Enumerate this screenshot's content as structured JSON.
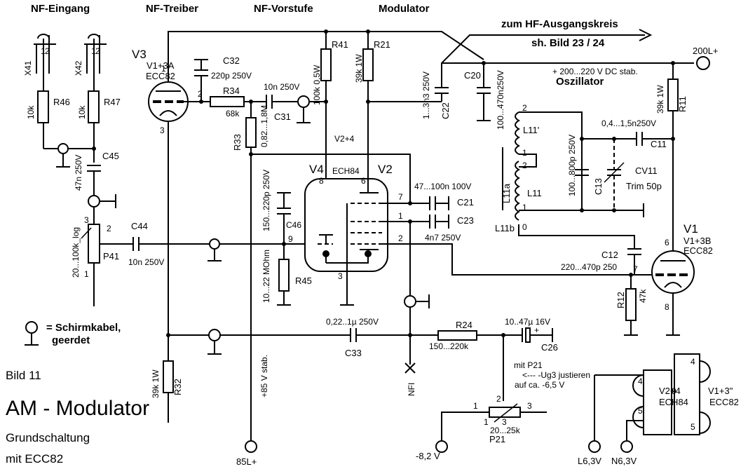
{
  "headings": {
    "nf_eingang": "NF-Eingang",
    "nf_treiber": "NF-Treiber",
    "nf_vorstufe": "NF-Vorstufe",
    "modulator": "Modulator"
  },
  "arrow": {
    "line1": "zum HF-Ausgangskreis",
    "line2": "sh. Bild 23 / 24"
  },
  "supply": {
    "plus200": "200L+",
    "note": "+ 200...220 V DC stab.",
    "oszillator": "Oszillator",
    "plus85": "+85 V stab.",
    "l85": "85L+",
    "minus82": "-8,2 V",
    "nfi": "NFI",
    "l63": "L6,3V",
    "n63": "N6,3V",
    "v24": "V2+4"
  },
  "tubes": {
    "v3_name": "V3",
    "v3_sub": "V1+3A",
    "v3_type": "ECC82",
    "v4_name": "V4",
    "v2_name": "V2",
    "v24_type": "ECH84",
    "v1_name": "V1",
    "v1_sub": "V1+3B",
    "v1_type": "ECC82"
  },
  "components": {
    "x41": "X41",
    "x42": "X42",
    "r46": "R46",
    "r46v": "10k",
    "r47": "R47",
    "r47v": "10k",
    "c45": "C45",
    "c45v": "47n 250V",
    "p41": "P41",
    "p41v": "20...100k_log",
    "c44": "C44",
    "c44v": "10n 250V",
    "c32": "C32",
    "c32v": "220p 250V",
    "r34": "R34",
    "r34v": "68k",
    "c31": "C31",
    "c31v": "10n 250V",
    "r41": "R41",
    "r41v": "100k 0,5W",
    "r21": "R21",
    "r21v": "39k 1W",
    "c22": "C22",
    "c22v": "1...3n3 250V",
    "c20": "C20",
    "c20v": "100...470n250V",
    "r11": "R11",
    "r11v": "39k 1W",
    "r33": "R33",
    "r33v": "0,82...1,8M",
    "c46": "C46",
    "c46v": "150...220p 250V",
    "r45": "R45",
    "r45v": "10...22 MOhm",
    "c21": "C21",
    "c21v": "47...100n 100V",
    "c23": "C23",
    "c23v": "4n7 250V",
    "l11p": "L11'",
    "l11a": "L11a",
    "l11": "L11",
    "l11b": "L11b",
    "c13": "C13",
    "c13v": "100...800p 250V",
    "cv11": "CV11",
    "cv11v": "Trim 50p",
    "c11": "C11",
    "c11v": "0,4...1,5n250V",
    "c12": "C12",
    "c12v": "220...470p 250",
    "r12": "R12",
    "r12v": "47k",
    "r32": "R32",
    "r32v": "39k 1W",
    "c33": "C33",
    "c33v": "0,22..1µ 250V",
    "r24": "R24",
    "r24v": "150...220k",
    "c26": "C26",
    "c26v": "10..47µ 16V",
    "p21": "P21",
    "p21v": "20...25k",
    "p21note1": "mit P21",
    "p21note2": "<---  -Ug3 justieren",
    "p21note3": "auf ca. -6,5 V"
  },
  "legend": {
    "text1": "= Schirmkabel,",
    "text2": "geerdet"
  },
  "heater": {
    "v24": "V2+4",
    "v24type": "ECH84",
    "v13": "V1+3\"",
    "v13type": "ECC82"
  },
  "caption": {
    "bild": "Bild 11",
    "title": "AM - Modulator",
    "sub1": "Grundschaltung",
    "sub2": "mit ECC82"
  },
  "pins": [
    "1",
    "2",
    "3",
    "6",
    "7",
    "8",
    "9",
    "7",
    "1",
    "2",
    "3",
    "4",
    "5",
    "2",
    "1",
    "1",
    "2",
    "0",
    "3",
    "3",
    "1",
    "2",
    "4",
    "5",
    "4",
    "5",
    "9"
  ]
}
